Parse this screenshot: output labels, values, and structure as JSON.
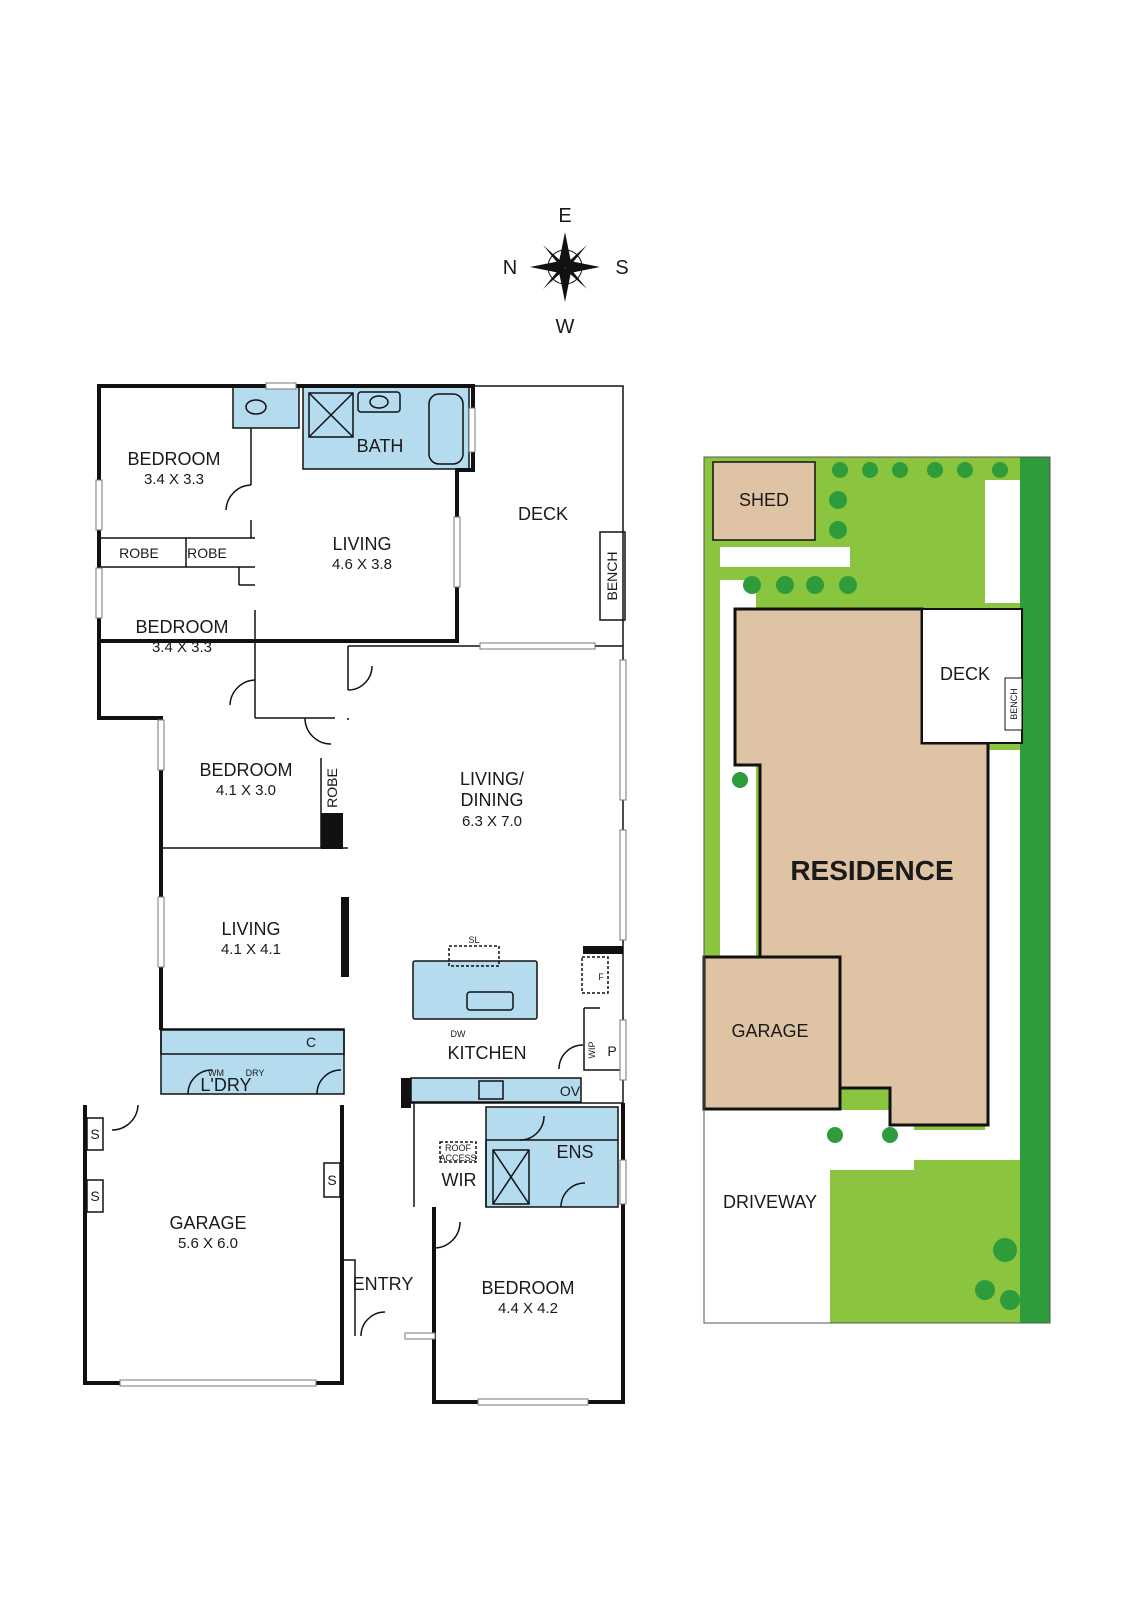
{
  "compass": {
    "north": "N",
    "east": "E",
    "south": "S",
    "west": "W"
  },
  "floor_plan": {
    "bedroom_1": {
      "name": "BEDROOM",
      "size": "3.4 X 3.3"
    },
    "bedroom_2": {
      "name": "BEDROOM",
      "size": "3.4 X 3.3"
    },
    "bedroom_3": {
      "name": "BEDROOM",
      "size": "4.1 X 3.0"
    },
    "bedroom_4": {
      "name": "BEDROOM",
      "size": "4.4 X 4.2"
    },
    "bath": "BATH",
    "robe_1": "ROBE",
    "robe_2": "ROBE",
    "robe_3": "ROBE",
    "living_1": {
      "name": "LIVING",
      "size": "4.6 X 3.8"
    },
    "deck": "DECK",
    "bench": "BENCH",
    "living_dining": {
      "name_line1": "LIVING/",
      "name_line2": "DINING",
      "size": "6.3 X 7.0"
    },
    "living_2": {
      "name": "LIVING",
      "size": "4.1 X 4.1"
    },
    "kitchen": "KITCHEN",
    "sl": "SL",
    "dw": "DW",
    "fridge": "F",
    "wip": "WIP",
    "pantry": "P",
    "oven": "OV",
    "laundry": "L'DRY",
    "cupboard": "C",
    "wm": "WM",
    "dryer": "DRY",
    "ens": "ENS",
    "wir": "WIR",
    "roof_access_line1": "ROOF",
    "roof_access_line2": "ACCESS",
    "garage": {
      "name": "GARAGE",
      "size": "5.6 X 6.0"
    },
    "storage": [
      "S",
      "S",
      "S"
    ],
    "entry": "ENTRY"
  },
  "site_plan": {
    "shed": "SHED",
    "deck": "DECK",
    "bench": "BENCH",
    "residence": "RESIDENCE",
    "garage": "GARAGE",
    "driveway": "DRIVEWAY"
  },
  "colors": {
    "wet_area": "#b5dbef",
    "building": "#dfc3a5",
    "lawn": "#8bc53f",
    "garden_bed": "#2e9c3a",
    "tree": "#2e9c3a"
  }
}
